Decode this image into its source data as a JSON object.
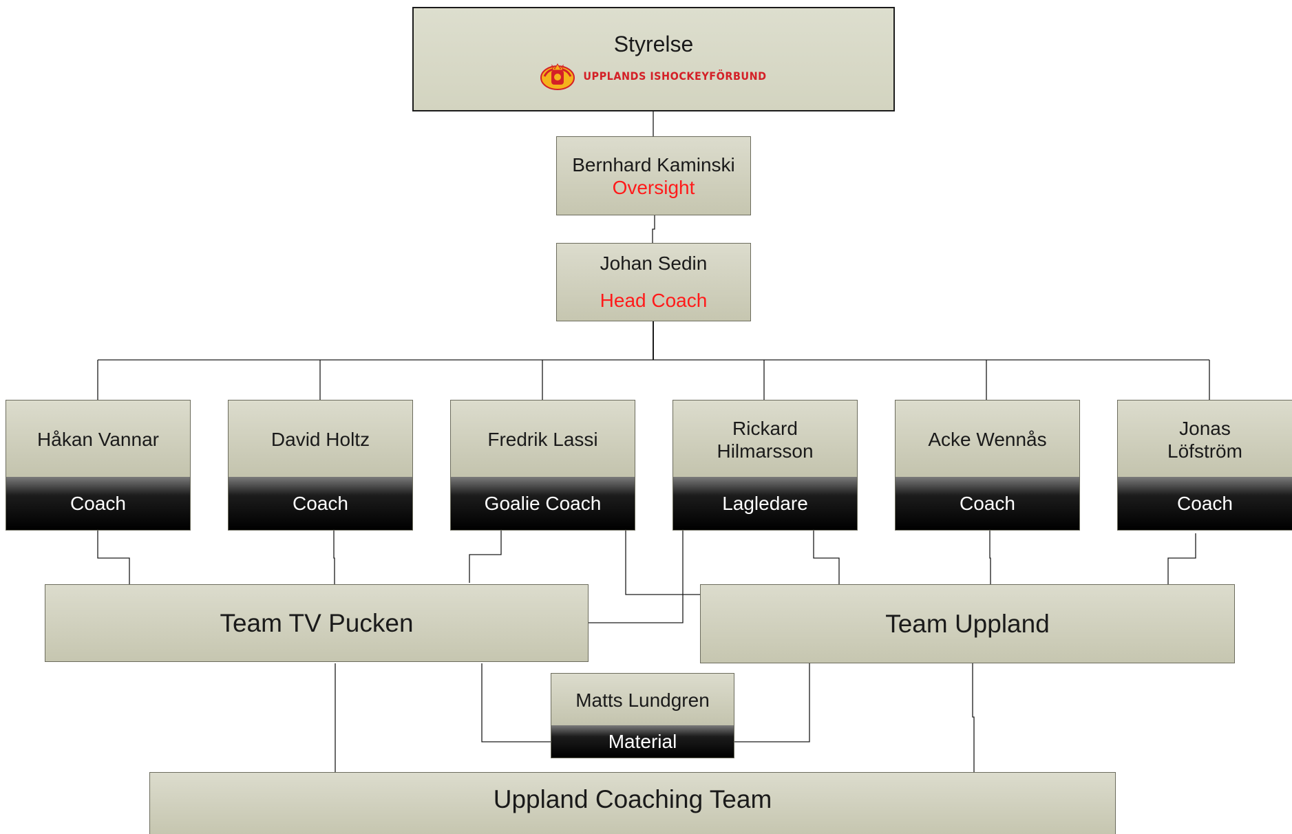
{
  "board": {
    "title": "Styrelse",
    "logo_text": "UPPLANDS ISHOCKEYFÖRBUND"
  },
  "oversight": {
    "name": "Bernhard Kaminski",
    "role": "Oversight"
  },
  "head_coach": {
    "name": "Johan Sedin",
    "role": "Head Coach"
  },
  "staff": [
    {
      "name": "Håkan Vannar",
      "title": "Coach"
    },
    {
      "name": "David Holtz",
      "title": "Coach"
    },
    {
      "name": "Fredrik Lassi",
      "title": "Goalie Coach"
    },
    {
      "name": "Rickard Hilmarsson",
      "title": "Lagledare"
    },
    {
      "name": "Acke Wennås",
      "title": "Coach"
    },
    {
      "name": "Jonas Löfström",
      "title": "Coach"
    }
  ],
  "teams": {
    "left": "Team TV Pucken",
    "right": "Team Uppland"
  },
  "material": {
    "name": "Matts Lundgren",
    "title": "Material"
  },
  "coaching_team": "Uppland Coaching Team",
  "colors": {
    "role_text": "#ff1a1a",
    "box_fill": "#d2d2bd",
    "title_bar": "#000000",
    "logo_red": "#d42027"
  }
}
